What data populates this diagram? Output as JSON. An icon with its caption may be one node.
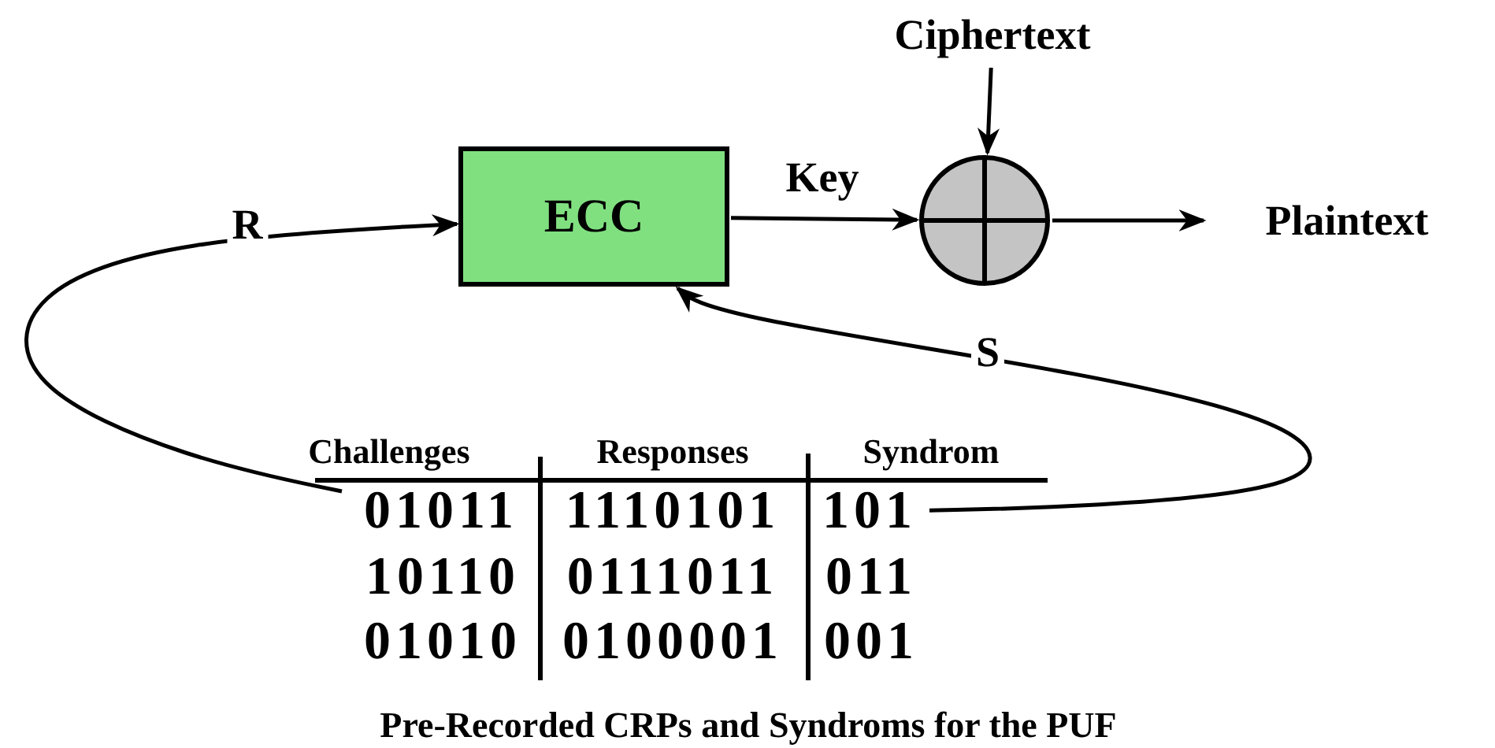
{
  "diagram": {
    "caption": "Pre-Recorded CRPs and Syndroms for the PUF",
    "nodes": [
      {
        "text": [
          "ECC"
        ]
      },
      {
        "text": [],
        "shape": "circle"
      },
      {
        "text": [
          "Ciphertext"
        ]
      },
      {
        "text": [
          "Plaintext"
        ]
      },
      {
        "text": [
          "01011"
        ]
      },
      {
        "text": [
          "101"
        ]
      }
    ],
    "edges": [
      {
        "from": 2,
        "to": 1,
        "arrow": "to"
      },
      {
        "from": 0,
        "to": 1,
        "label": "Key",
        "arrow": "to"
      },
      {
        "from": 1,
        "to": 3,
        "arrow": "to"
      },
      {
        "from": 4,
        "to": 0,
        "label": "R",
        "arrow": "to"
      },
      {
        "from": 5,
        "to": 0,
        "label": "S",
        "arrow": "to"
      }
    ],
    "labels": [
      "Challenges",
      "Responses",
      "Syndrom",
      "1110101",
      "10110",
      "0111011",
      "011",
      "01010",
      "0100001",
      "001"
    ]
  }
}
